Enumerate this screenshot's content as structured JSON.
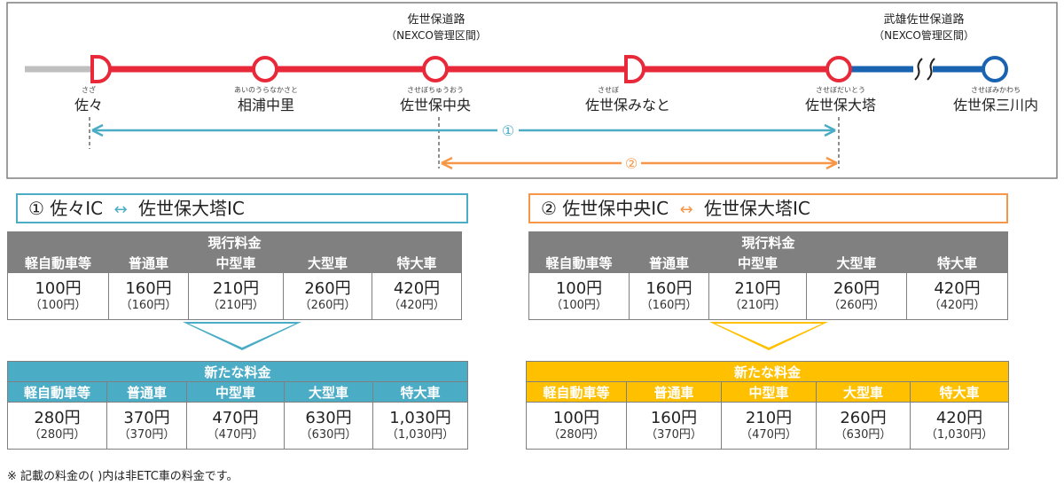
{
  "route_map": {
    "road_labels": [
      {
        "line1": "佐世保道路",
        "line2": "（NEXCO管理区間）"
      },
      {
        "line1": "武雄佐世保道路",
        "line2": "（NEXCO管理区間）"
      }
    ],
    "interchanges": [
      {
        "name": "佐々",
        "reading": "さざ"
      },
      {
        "name": "相浦中里",
        "reading": "あいのうらなかさと"
      },
      {
        "name": "佐世保中央",
        "reading": "させぼちゅうおう"
      },
      {
        "name": "佐世保みなと",
        "reading": "させぼ"
      },
      {
        "name": "佐世保大塔",
        "reading": "させぼだいとう"
      },
      {
        "name": "佐世保三川内",
        "reading": "させぼみかわち"
      }
    ],
    "section1_marker": "①",
    "section2_marker": "②",
    "colors": {
      "red": "#e8293a",
      "blue": "#1a63b0",
      "gray": "#bfbfbf",
      "teal": "#4bacc6",
      "orange": "#f79646"
    }
  },
  "panels": [
    {
      "title_start": "① 佐々IC",
      "arrow": "↔",
      "title_end": "佐世保大塔IC",
      "accent": "#4bacc6",
      "current": {
        "title": "現行料金",
        "headers": [
          "軽自動車等",
          "普通車",
          "中型車",
          "大型車",
          "特大車"
        ],
        "etc": [
          "100円",
          "160円",
          "210円",
          "260円",
          "420円"
        ],
        "non_etc": [
          "（100円）",
          "（160円）",
          "（210円）",
          "（260円）",
          "（420円）"
        ]
      },
      "new": {
        "title": "新たな料金",
        "headers": [
          "軽自動車等",
          "普通車",
          "中型車",
          "大型車",
          "特大車"
        ],
        "etc": [
          "280円",
          "370円",
          "470円",
          "630円",
          "1,030円"
        ],
        "non_etc": [
          "（280円）",
          "（370円）",
          "（470円）",
          "（630円）",
          "（1,030円）"
        ]
      }
    },
    {
      "title_start": "② 佐世保中央IC",
      "arrow": "↔",
      "title_end": "佐世保大塔IC",
      "accent": "#f79646",
      "current": {
        "title": "現行料金",
        "headers": [
          "軽自動車等",
          "普通車",
          "中型車",
          "大型車",
          "特大車"
        ],
        "etc": [
          "100円",
          "160円",
          "210円",
          "260円",
          "420円"
        ],
        "non_etc": [
          "（100円）",
          "（160円）",
          "（210円）",
          "（260円）",
          "（420円）"
        ]
      },
      "new": {
        "title": "新たな料金",
        "headers": [
          "軽自動車等",
          "普通車",
          "中型車",
          "大型車",
          "特大車"
        ],
        "etc": [
          "100円",
          "160円",
          "210円",
          "260円",
          "420円"
        ],
        "non_etc": [
          "（280円）",
          "（370円）",
          "（470円）",
          "（630円）",
          "（1,030円）"
        ]
      }
    }
  ],
  "footnote": "※ 記載の料金の( )内は非ETC車の料金です。"
}
